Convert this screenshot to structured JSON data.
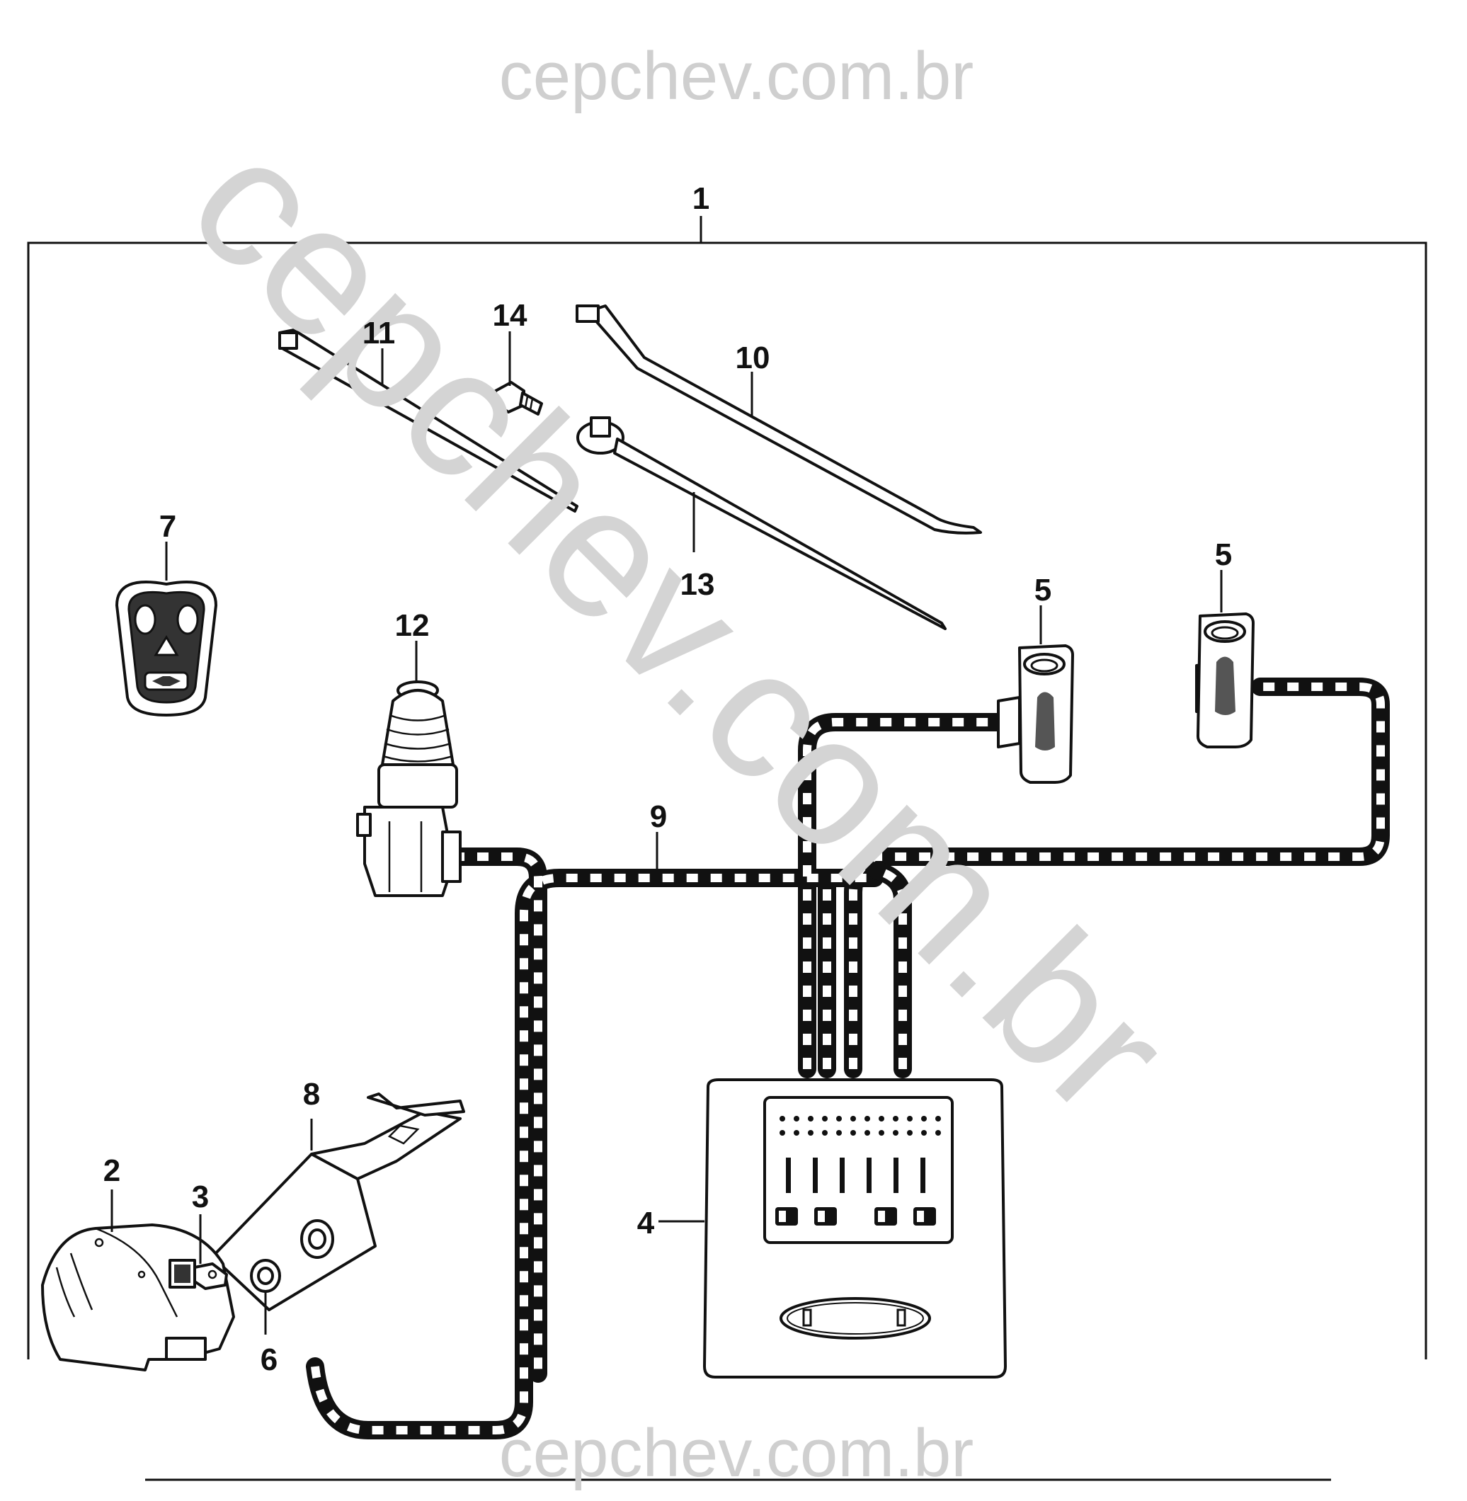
{
  "watermarks": {
    "top": "cepchev.com.br",
    "diagonal": "cepchev.com.br",
    "bottom": "cepchev.com.br"
  },
  "callouts": {
    "c1": "1",
    "c2": "2",
    "c3": "3",
    "c4": "4",
    "c5a": "5",
    "c5b": "5",
    "c6": "6",
    "c7": "7",
    "c8": "8",
    "c9": "9",
    "c10": "10",
    "c11": "11",
    "c12": "12",
    "c13": "13",
    "c14": "14"
  }
}
